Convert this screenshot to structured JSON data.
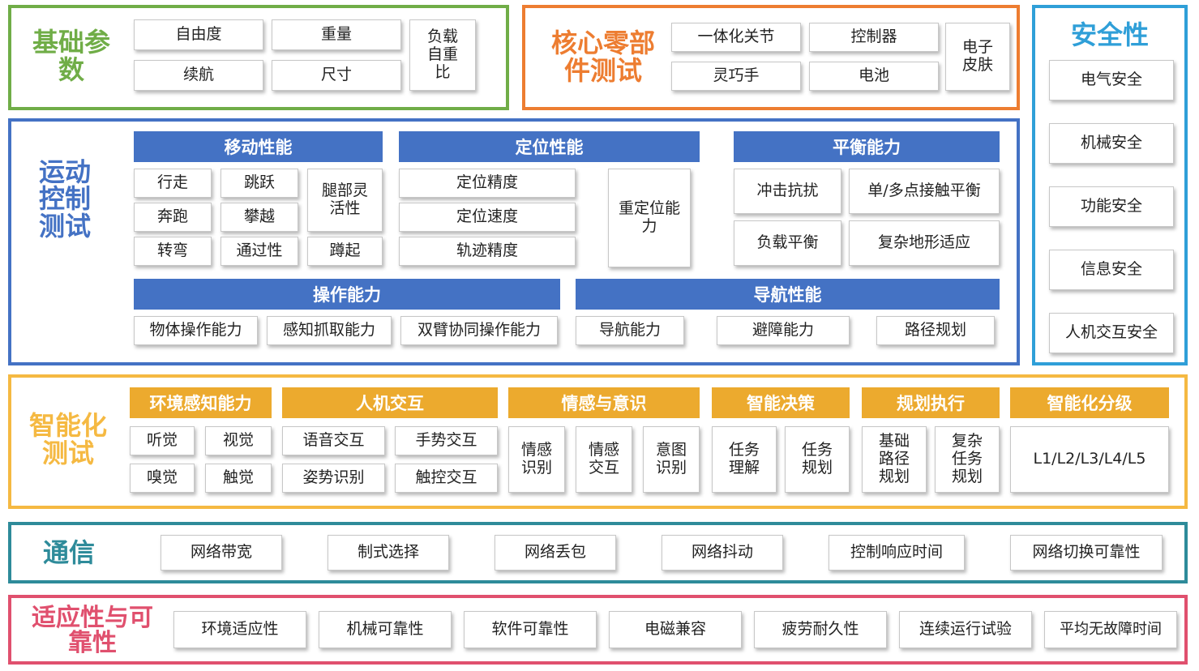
{
  "colors": {
    "green": "#70ad47",
    "orange": "#ed7d31",
    "blue": "#4472c4",
    "cyan": "#2f9fd8",
    "gold": "#f5b942",
    "teal": "#2e8b9a",
    "red": "#e0506e"
  },
  "basic": {
    "title": "基础参数",
    "items": [
      "自由度",
      "重量",
      "负载自重比",
      "续航",
      "尺寸"
    ]
  },
  "core": {
    "title": "核心零部件测试",
    "items": [
      "一体化关节",
      "控制器",
      "电子皮肤",
      "灵巧手",
      "电池"
    ]
  },
  "safety": {
    "title": "安全性",
    "items": [
      "电气安全",
      "机械安全",
      "功能安全",
      "信息安全",
      "人机交互安全"
    ]
  },
  "motion": {
    "title": "运动控制测试",
    "mobility": {
      "header": "移动性能",
      "items": [
        "行走",
        "跳跃",
        "腿部灵活性",
        "奔跑",
        "攀越",
        "转弯",
        "通过性",
        "蹲起"
      ]
    },
    "positioning": {
      "header": "定位性能",
      "items": [
        "定位精度",
        "定位速度",
        "轨迹精度",
        "重定位能力"
      ]
    },
    "balance": {
      "header": "平衡能力",
      "items": [
        "冲击抗扰",
        "单/多点接触平衡",
        "负载平衡",
        "复杂地形适应"
      ]
    },
    "operation": {
      "header": "操作能力",
      "items": [
        "物体操作能力",
        "感知抓取能力",
        "双臂协同操作能力"
      ]
    },
    "navigation": {
      "header": "导航性能",
      "items": [
        "导航能力",
        "避障能力",
        "路径规划"
      ]
    }
  },
  "intel": {
    "title": "智能化测试",
    "perception": {
      "header": "环境感知能力",
      "items": [
        "听觉",
        "视觉",
        "嗅觉",
        "触觉"
      ]
    },
    "hci": {
      "header": "人机交互",
      "items": [
        "语音交互",
        "手势交互",
        "姿势识别",
        "触控交互"
      ]
    },
    "emotion": {
      "header": "情感与意识",
      "items": [
        "情感识别",
        "情感交互",
        "意图识别"
      ]
    },
    "decision": {
      "header": "智能决策",
      "items": [
        "任务理解",
        "任务规划"
      ]
    },
    "execution": {
      "header": "规划执行",
      "items": [
        "基础路径规划",
        "复杂任务规划"
      ]
    },
    "grading": {
      "header": "智能化分级",
      "items": [
        "L1/L2/L3/L4/L5"
      ]
    }
  },
  "comm": {
    "title": "通信",
    "items": [
      "网络带宽",
      "制式选择",
      "网络丢包",
      "网络抖动",
      "控制响应时间",
      "网络切换可靠性"
    ]
  },
  "adapt": {
    "title": "适应性与可靠性",
    "items": [
      "环境适应性",
      "机械可靠性",
      "软件可靠性",
      "电磁兼容",
      "疲劳耐久性",
      "连续运行试验",
      "平均无故障时间"
    ]
  }
}
